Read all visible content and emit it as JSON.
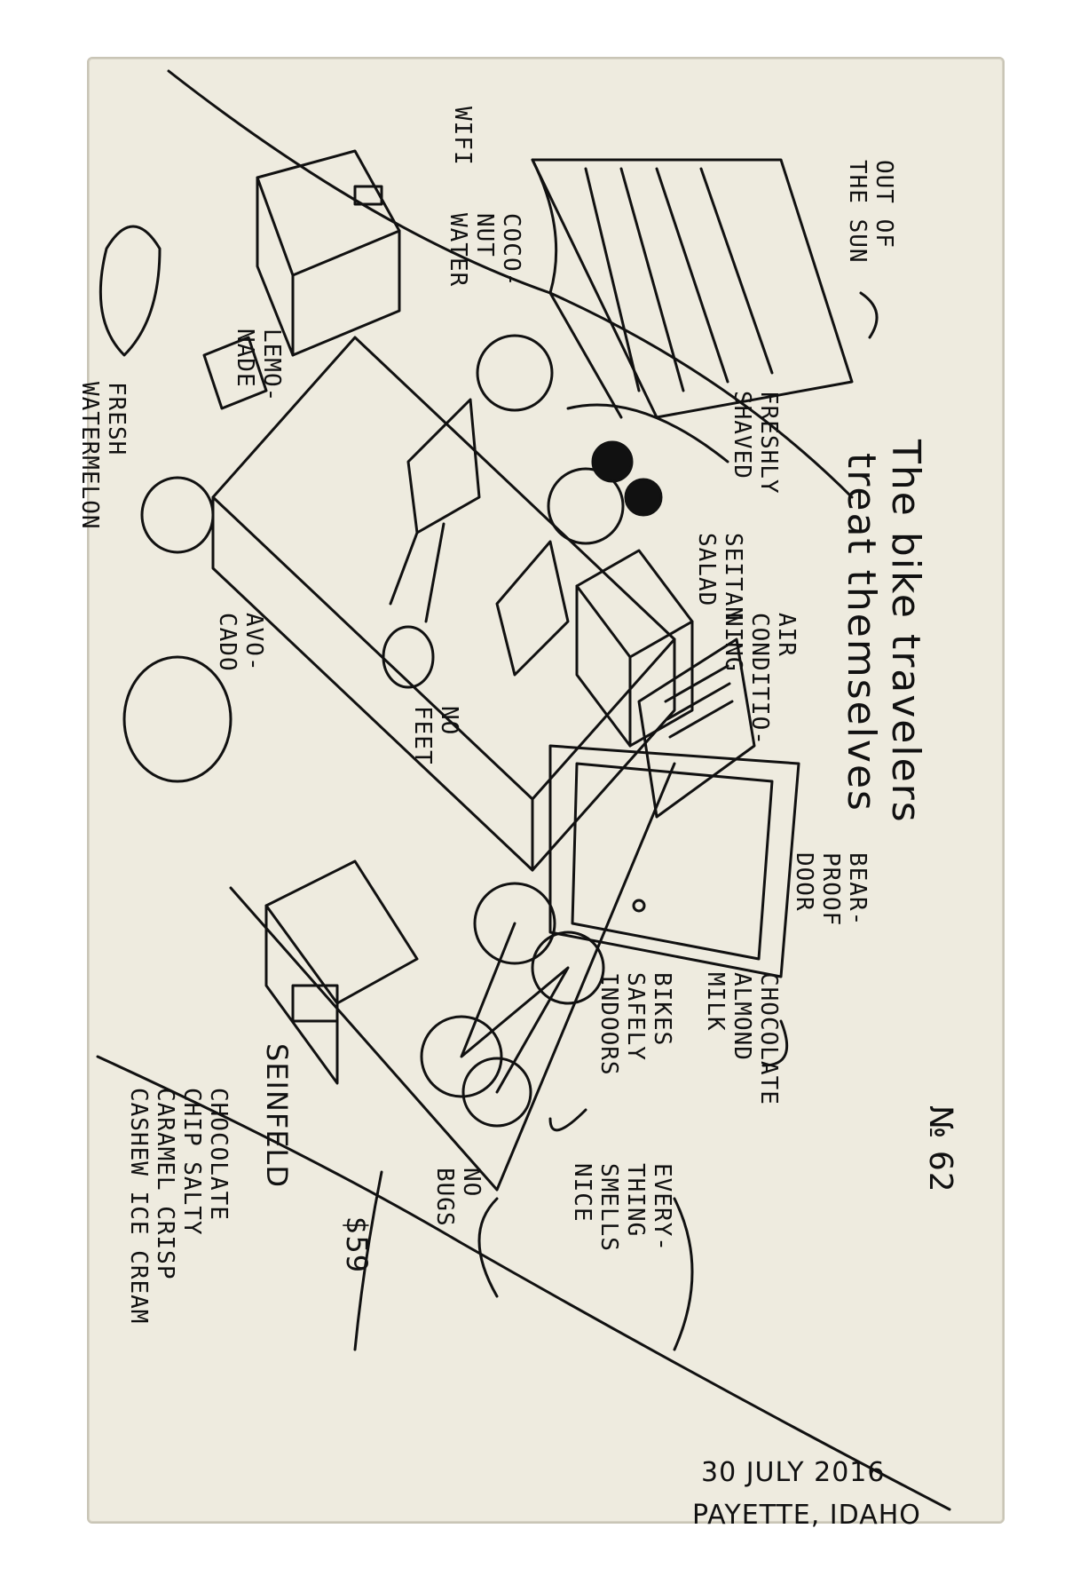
{
  "postcard": {
    "title_line1": "The bike travelers",
    "title_line2": "treat themselves",
    "number": "№ 62",
    "date": "30 JULY 2016",
    "place": "PAYETTE, IDAHO"
  },
  "labels": {
    "out_of_sun": "OUT OF\nTHE SUN",
    "wifi": "WIFI",
    "coconut_water": "COCO-\nNUT\nWATER",
    "lemonade": "LEMO-\nNADE",
    "fresh_watermelon": "FRESH\nWATERMELON",
    "freshly_shaved": "FRESHLY\nSHAVED",
    "seitan_salad": "SEITAN\nSALAD",
    "avocado": "AVO-\nCADO",
    "air_conditioning": "AIR\nCONDITIO-\nNING",
    "no_feet": "NO\nFEET",
    "bear_proof_door": "BEAR-\nPROOF\nDOOR",
    "chocolate_almond_milk": "CHOCOLATE\nALMOND\nMILK",
    "bikes_safely_indoors": "BIKES\nSAFELY\nINDOORS",
    "everything_smells_nice": "EVERY-\nTHING\nSMELLS\nNICE",
    "no_bugs": "NO\nBUGS",
    "price": "$59",
    "seinfeld": "SEINFELD",
    "ice_cream": "CHOCOLATE\nCHIP SALTY\nCARAMEL CRISP\nCASHEW ICE CREAM"
  },
  "colors": {
    "ink": "#111111",
    "paper": "#eeebdf"
  }
}
